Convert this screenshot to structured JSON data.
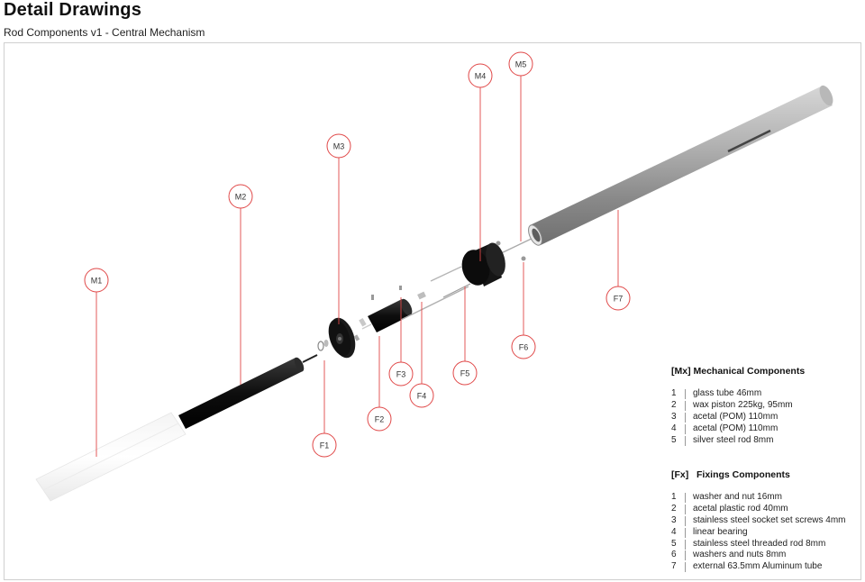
{
  "header": {
    "title": "Detail Drawings",
    "subtitle": "Rod Components v1 - Central Mechanism"
  },
  "callouts": [
    {
      "id": "M1",
      "label": "M1"
    },
    {
      "id": "M2",
      "label": "M2"
    },
    {
      "id": "M3",
      "label": "M3"
    },
    {
      "id": "M4",
      "label": "M4"
    },
    {
      "id": "M5",
      "label": "M5"
    },
    {
      "id": "F1",
      "label": "F1"
    },
    {
      "id": "F2",
      "label": "F2"
    },
    {
      "id": "F3",
      "label": "F3"
    },
    {
      "id": "F4",
      "label": "F4"
    },
    {
      "id": "F5",
      "label": "F5"
    },
    {
      "id": "F6",
      "label": "F6"
    },
    {
      "id": "F7",
      "label": "F7"
    }
  ],
  "legend": {
    "mechanical": {
      "heading": "[Mx] Mechanical Components",
      "items": [
        {
          "num": "1",
          "text": "glass tube 46mm"
        },
        {
          "num": "2",
          "text": "wax piston 225kg, 95mm"
        },
        {
          "num": "3",
          "text": "acetal (POM) 110mm"
        },
        {
          "num": "4",
          "text": "acetal (POM) 110mm"
        },
        {
          "num": "5",
          "text": "silver steel rod 8mm"
        }
      ]
    },
    "fixings": {
      "heading": "[Fx]   Fixings Components",
      "items": [
        {
          "num": "1",
          "text": "washer and nut 16mm"
        },
        {
          "num": "2",
          "text": "acetal plastic rod 40mm"
        },
        {
          "num": "3",
          "text": "stainless steel socket set screws 4mm"
        },
        {
          "num": "4",
          "text": "linear bearing"
        },
        {
          "num": "5",
          "text": "stainless steel threaded rod 8mm"
        },
        {
          "num": "6",
          "text": "washers and nuts 8mm"
        },
        {
          "num": "7",
          "text": "external 63.5mm Aluminum tube"
        }
      ]
    }
  },
  "colors": {
    "callout": "#e04848",
    "aluminum": "#9a9a9a",
    "black_part": "#111111"
  }
}
